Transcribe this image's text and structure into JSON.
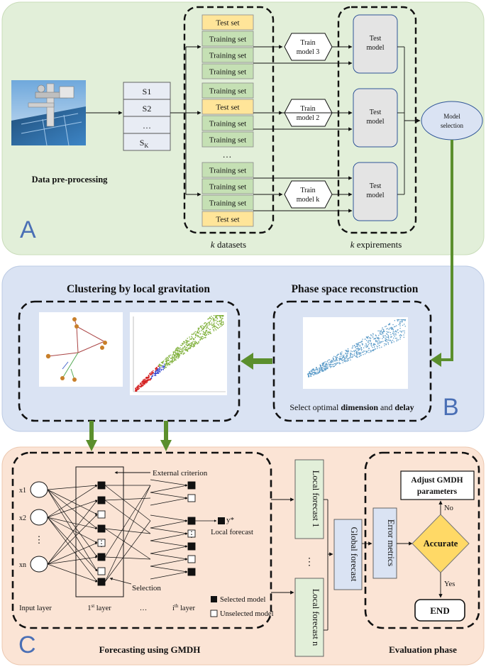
{
  "panels": {
    "a": {
      "letter": "A",
      "colors": {
        "fill": "#e2efd9",
        "border": "#c9dcb9"
      }
    },
    "b": {
      "letter": "B",
      "colors": {
        "fill": "#dae3f3",
        "border": "#bccbe4"
      }
    },
    "c": {
      "letter": "C",
      "colors": {
        "fill": "#fbe4d5",
        "border": "#ecc8b0"
      }
    }
  },
  "preprocessing": {
    "label": "Data pre-processing",
    "segments": [
      "S1",
      "S2",
      "…",
      "S"
    ],
    "sk_subscript": "K"
  },
  "datasets": {
    "caption_italic": "k",
    "caption_rest": " datasets",
    "test_label": "Test set",
    "train_label": "Training set",
    "ellipsis": "…",
    "colors": {
      "test": "#ffe599",
      "train": "#c5e0b4"
    }
  },
  "experiments": {
    "caption_italic": "k",
    "caption_rest": " expirements",
    "train_models": [
      {
        "line1": "Train",
        "line2": "model 3"
      },
      {
        "line1": "Train",
        "line2": "model 2"
      },
      {
        "line1": "Train",
        "line2": "model k"
      }
    ],
    "test_model": {
      "line1": "Test",
      "line2": "model"
    },
    "model_selection": {
      "line1": "Model",
      "line2": "selection"
    }
  },
  "panel_b": {
    "clustering_title": "Clustering by local gravitation",
    "phase_title": "Phase space reconstruction",
    "select_prefix": "Select optimal ",
    "select_dim": "dimension",
    "select_and": " and ",
    "select_delay": "delay"
  },
  "panel_c": {
    "external_criterion": "External criterion",
    "selection": "Selection",
    "local_forecast": "Local forecast",
    "y_out": "y*",
    "input_layer": "Input layer",
    "first_layer_num": "1",
    "first_layer_sup": "st",
    "first_layer_rest": " layer",
    "dots": "…",
    "ith_layer_num": "i",
    "ith_layer_sup": "th",
    "ith_layer_rest": " layer",
    "selected_model": "Selected model",
    "unselected_model": "Unselected model",
    "inputs": [
      "x1",
      "x2",
      "⋮",
      "xn"
    ],
    "local_forecast_1": "Local forecast 1",
    "local_forecast_n": "Local forecast n",
    "lf_dots": "⋮",
    "global_forecast": "Global forecast",
    "error_metrics": "Error metrics",
    "adjust_line1": "Adjust GMDH",
    "adjust_line2": "parameters",
    "accurate": "Accurate",
    "no": "No",
    "yes": "Yes",
    "end": "END",
    "forecasting_title": "Forecasting using GMDH",
    "evaluation_title": "Evaluation phase"
  },
  "colors": {
    "arrow_green": "#5b8f2d",
    "model_box": "#e4e4e4",
    "ellipse": "#dae3f3",
    "forecast_box": "#e2efd9",
    "global_box": "#dae3f3",
    "diamond": "#ffd966"
  }
}
